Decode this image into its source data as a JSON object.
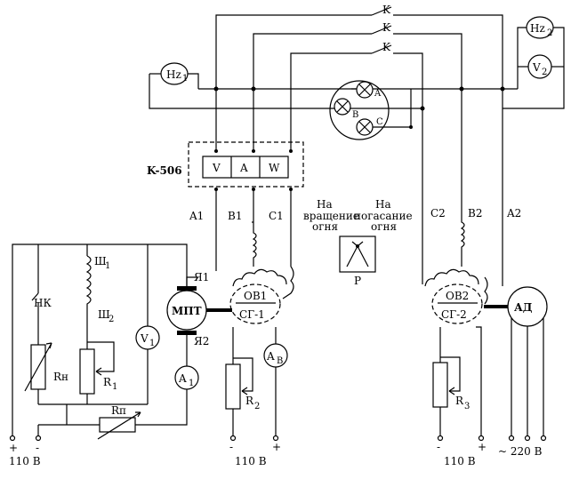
{
  "labels": {
    "k_top": "K",
    "k_mid": "K",
    "k_bot": "K",
    "hz1": "Hz",
    "hz1_sub": "1",
    "hz2": "Hz",
    "hz2_sub": "2",
    "v2": "V",
    "v2_sub": "2",
    "lamp_a": "A",
    "lamp_b": "B",
    "lamp_c": "C",
    "k506": "K-506",
    "meter_v": "V",
    "meter_a": "A",
    "meter_w": "W",
    "a1": "A1",
    "b1": "B1",
    "c1": "C1",
    "c2": "C2",
    "b2": "B2",
    "a2": "A2",
    "na_left": "На",
    "na_right": "На",
    "vrashenie": "вращение",
    "pogasanie": "погасание",
    "ognya_left": "огня",
    "ognya_right": "огня",
    "p_label": "P",
    "sh1": "Ш",
    "sh1_sub": "1",
    "sh2": "Ш",
    "sh2_sub": "2",
    "nk": "НК",
    "ya1": "Я1",
    "ya2": "Я2",
    "mpt": "МПТ",
    "ov1": "ОВ1",
    "sg1": "СГ-1",
    "ov2": "ОВ2",
    "sg2": "СГ-2",
    "ad": "АД",
    "v1": "V",
    "v1_sub": "1",
    "a1_meter": "A",
    "a1_meter_sub": "1",
    "ab_meter": "A",
    "ab_meter_sub": "В",
    "rn_left": "Rн",
    "r1": "R",
    "r1_sub": "1",
    "rp": "Rп",
    "r2": "R",
    "r2_sub": "2",
    "r3": "R",
    "r3_sub": "3",
    "v110_left": "110 В",
    "v110_mid": "110 В",
    "v110_right": "110 В",
    "v220": "~ 220 В",
    "plus_l": "+",
    "minus_l": "-",
    "plus_m": "+",
    "minus_m": "-",
    "minus_r": "-",
    "plus_r": "+"
  }
}
